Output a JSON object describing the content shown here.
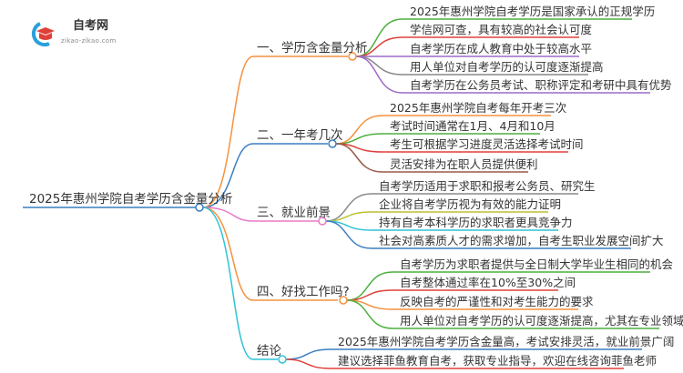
{
  "logo": {
    "title": "自考网",
    "url": "zikao-zikao.com"
  },
  "root": {
    "label": "2025年惠州学院自考学历含金量分析",
    "color": "#3a7fc1"
  },
  "branches": [
    {
      "label": "一、学历含金量分析",
      "color": "#f5923e",
      "children": [
        {
          "label": "2025年惠州学院自考学历是国家承认的正规学历",
          "color": "#4caf3f"
        },
        {
          "label": "学信网可查，具有较高的社会认可度",
          "color": "#e0403a"
        },
        {
          "label": "自考学历在成人教育中处于较高水平",
          "color": "#9b6bc9"
        },
        {
          "label": "用人单位对自考学历的认可度逐渐提高",
          "color": "#888888"
        },
        {
          "label": "自考学历在公务员考试、职称评定和考研中具有优势",
          "color": "#9b6bc9"
        }
      ]
    },
    {
      "label": "二、一年考几次",
      "color": "#3a7fc1",
      "children": [
        {
          "label": "2025年惠州学院自考每年开考三次",
          "color": "#f5923e"
        },
        {
          "label": "考试时间通常在1月、4月和10月",
          "color": "#4caf3f"
        },
        {
          "label": "考生可根据学习进度灵活选择考试时间",
          "color": "#e0403a"
        },
        {
          "label": "灵活安排为在职人员提供便利",
          "color": "#9a5a48"
        }
      ]
    },
    {
      "label": "三、就业前景",
      "color": "#e87ac8",
      "children": [
        {
          "label": "自考学历适用于求职和报考公务员、研究生",
          "color": "#888888"
        },
        {
          "label": "企业将自考学历视为有效的能力证明",
          "color": "#bcc030"
        },
        {
          "label": "持有自考本科学历的求职者更具竞争力",
          "color": "#2ec4d6"
        },
        {
          "label": "社会对高素质人才的需求增加，自考生职业发展空间扩大",
          "color": "#3a7fc1"
        }
      ]
    },
    {
      "label": "四、好找工作吗?",
      "color": "#f5923e",
      "children": [
        {
          "label": "自考学历为求职者提供与全日制大学毕业生相同的机会",
          "color": "#4caf3f"
        },
        {
          "label": "自考整体通过率在10%至30%之间",
          "color": "#e0403a"
        },
        {
          "label": "反映自考的严谨性和对考生能力的要求",
          "color": "#f5923e"
        },
        {
          "label": "用人单位对自考学历的认可度逐渐提高，尤其在专业领域",
          "color": "#4caf3f"
        }
      ]
    },
    {
      "label": "结论",
      "color": "#2ec4d6",
      "children": [
        {
          "label": "2025年惠州学院自考学历含金量高，考试安排灵活，就业前景广阔",
          "color": "#3a7fc1"
        },
        {
          "label": "建议选择菲鱼教育自考，获取专业指导，欢迎在线咨询菲鱼老师",
          "color": "#e0403a"
        }
      ]
    }
  ]
}
